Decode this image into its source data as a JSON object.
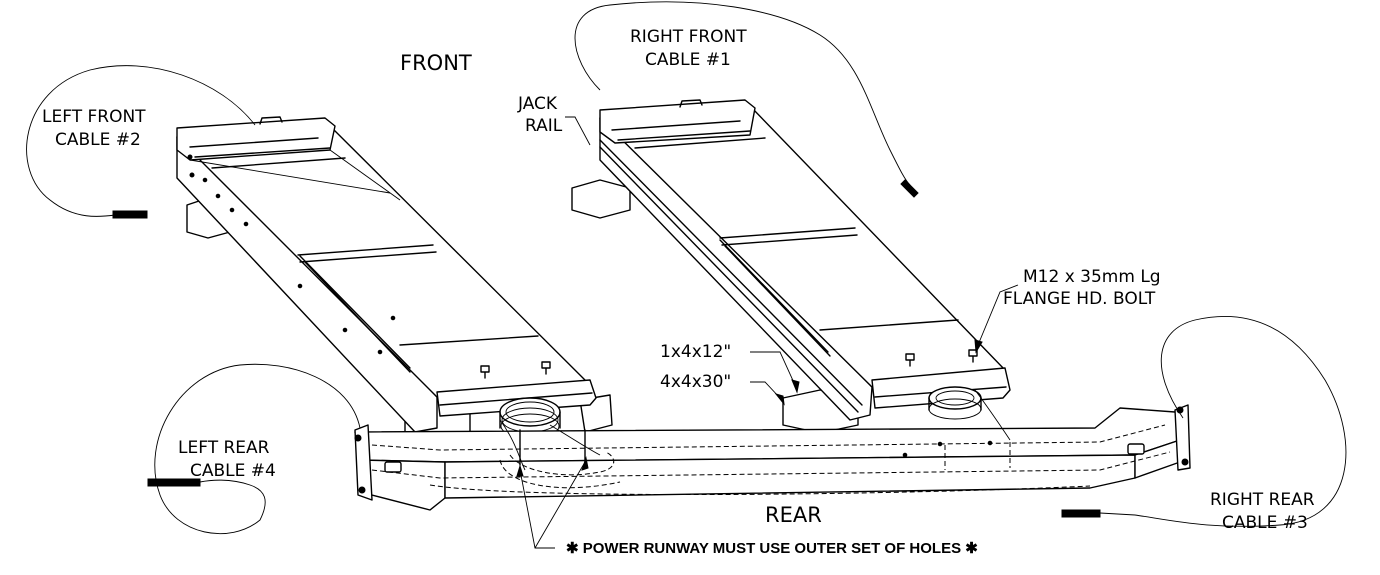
{
  "labels": {
    "front": "FRONT",
    "rear": "REAR",
    "right_front_cable": [
      "RIGHT FRONT",
      "CABLE #1"
    ],
    "left_front_cable": [
      "LEFT FRONT",
      "CABLE #2"
    ],
    "right_rear_cable": [
      "RIGHT REAR",
      "CABLE #3"
    ],
    "left_rear_cable": [
      "LEFT REAR",
      "CABLE #4"
    ],
    "jack_rail": [
      "JACK",
      "RAIL"
    ],
    "bolt": [
      "M12 x 35mm Lg",
      "FLANGE HD. BOLT"
    ],
    "wood_small": "1x4x12\"",
    "wood_large": "4x4x30\"",
    "power_note": "✱ POWER RUNWAY MUST USE OUTER SET OF HOLES ✱"
  }
}
